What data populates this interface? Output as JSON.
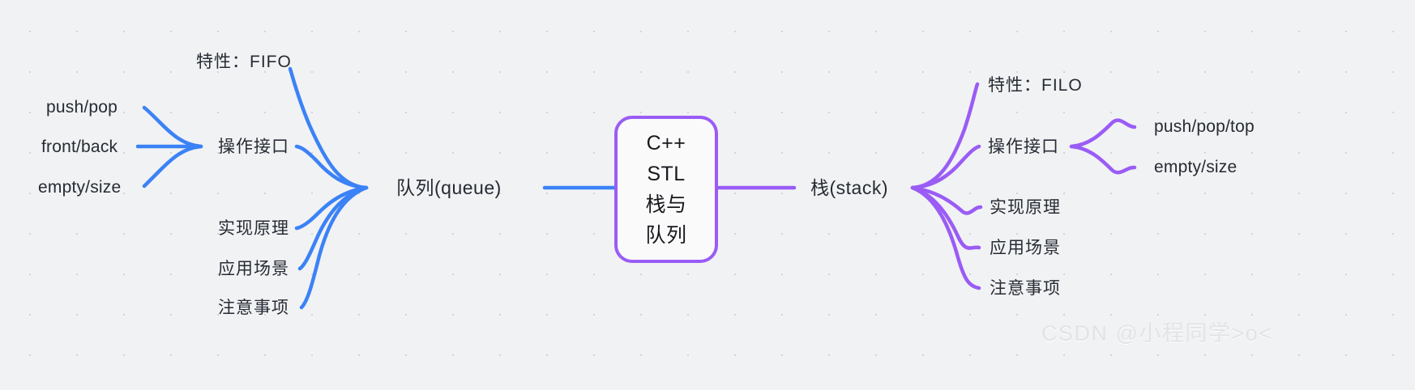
{
  "diagram": {
    "type": "mindmap",
    "title": "C++ STL 栈与队列",
    "background_color": "#f1f2f4",
    "central": {
      "lines": [
        "C++",
        "STL",
        "栈与",
        "队列"
      ],
      "border_color": "#9a5cf5"
    },
    "branches": [
      {
        "side": "left",
        "color": "#3b82f6",
        "root_label": "队列(queue)",
        "children": [
          {
            "label": "特性：FIFO",
            "children": []
          },
          {
            "label": "操作接口",
            "children": [
              "push/pop",
              "front/back",
              "empty/size"
            ]
          },
          {
            "label": "实现原理",
            "children": []
          },
          {
            "label": "应用场景",
            "children": []
          },
          {
            "label": "注意事项",
            "children": []
          }
        ]
      },
      {
        "side": "right",
        "color": "#9a5cf5",
        "root_label": "栈(stack)",
        "children": [
          {
            "label": "特性：FILO",
            "children": []
          },
          {
            "label": "操作接口",
            "children": [
              "push/pop/top",
              "empty/size"
            ]
          },
          {
            "label": "实现原理",
            "children": []
          },
          {
            "label": "应用场景",
            "children": []
          },
          {
            "label": "注意事项",
            "children": []
          }
        ]
      }
    ]
  },
  "labels": {
    "queue_root": "队列(queue)",
    "queue_feature": "特性：FIFO",
    "queue_ops": "操作接口",
    "queue_op_1": "push/pop",
    "queue_op_2": "front/back",
    "queue_op_3": "empty/size",
    "queue_impl": "实现原理",
    "queue_usage": "应用场景",
    "queue_notes": "注意事项",
    "stack_root": "栈(stack)",
    "stack_feature": "特性：FILO",
    "stack_ops": "操作接口",
    "stack_op_1": "push/pop/top",
    "stack_op_2": "empty/size",
    "stack_impl": "实现原理",
    "stack_usage": "应用场景",
    "stack_notes": "注意事项",
    "central_line_1": "C++",
    "central_line_2": "STL",
    "central_line_3": "栈与",
    "central_line_4": "队列"
  },
  "watermark": {
    "text": "CSDN @小程同学>o<"
  }
}
